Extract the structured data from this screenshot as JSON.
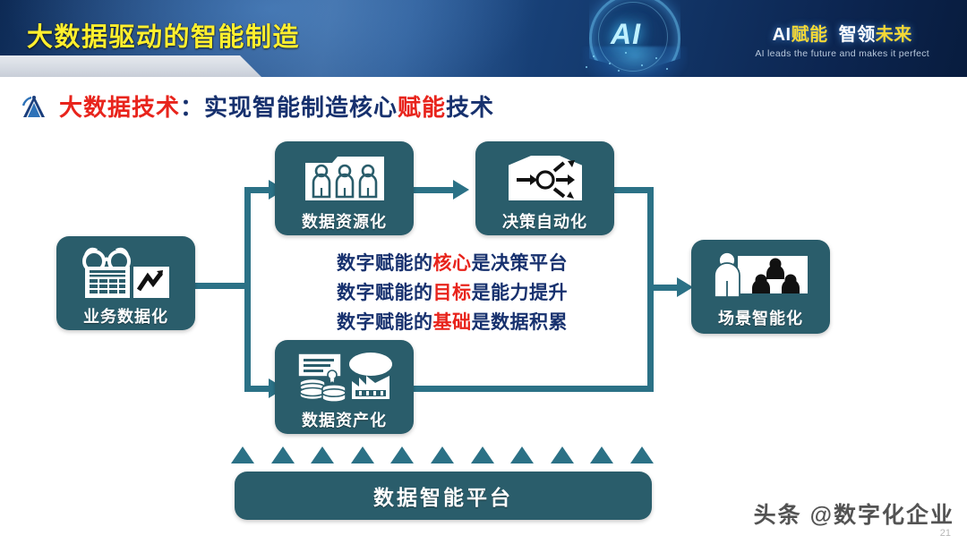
{
  "header": {
    "title": "大数据驱动的智能制造",
    "ai_logo_text": "AI",
    "slogan_main_1": "AI",
    "slogan_main_2": "赋能",
    "slogan_main_3": "智领",
    "slogan_main_4": "未来",
    "slogan_sub": "AI leads the future and makes it perfect",
    "title_color": "#ffef2e",
    "bg_color": "#123566"
  },
  "subtitle": {
    "part_red_1": "大数据技术",
    "part_navy_1": "：实现智能制造核心",
    "part_red_2": "赋能",
    "part_navy_2": "技术",
    "red": "#e8241c",
    "navy": "#17316e"
  },
  "diagram": {
    "node_color": "#2a5d6b",
    "connector_color": "#2b7186",
    "nodes": [
      {
        "id": "business-digitization",
        "label": "业务数据化",
        "icon": "binoculars-spreadsheet-chart-icon"
      },
      {
        "id": "data-resourcing",
        "label": "数据资源化",
        "icon": "three-people-folder-icon"
      },
      {
        "id": "decision-automation",
        "label": "决策自动化",
        "icon": "arrows-hub-box-icon"
      },
      {
        "id": "data-assetization",
        "label": "数据资产化",
        "icon": "certificate-database-factory-icon"
      },
      {
        "id": "scenario-intelligence",
        "label": "场景智能化",
        "icon": "person-group-screen-icon"
      }
    ],
    "center_lines": [
      {
        "prefix": "数字赋能的",
        "em": "核心",
        "suffix": "是决策平台"
      },
      {
        "prefix": "数字赋能的",
        "em": "目标",
        "suffix": "是能力提升"
      },
      {
        "prefix": "数字赋能的",
        "em": "基础",
        "suffix": "是数据积累"
      }
    ],
    "triangle_count": 11,
    "platform_label": "数据智能平台"
  },
  "footer": {
    "watermark": "头条 @数字化企业",
    "page_number": "21"
  }
}
